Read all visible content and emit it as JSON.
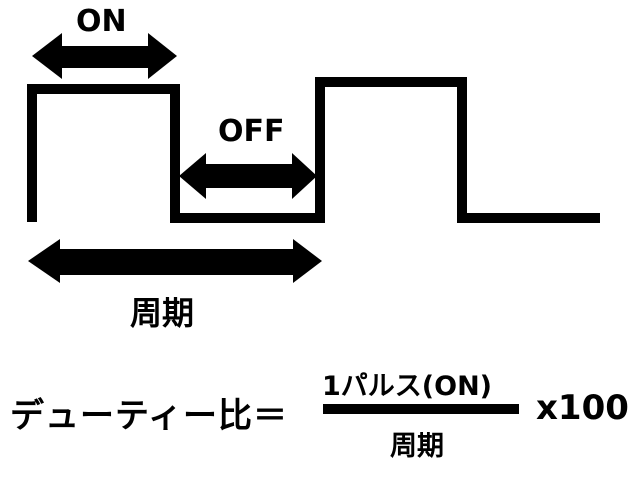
{
  "diagram": {
    "type": "pwm-duty-cycle",
    "on_label": "ON",
    "off_label": "OFF",
    "period_label": "周期",
    "colors": {
      "stroke": "#000000",
      "background": "#ffffff"
    }
  },
  "formula": {
    "lhs": "デューティー比＝",
    "numerator": "1パルス(ON)",
    "denominator": "周期",
    "multiplier": "x100"
  }
}
